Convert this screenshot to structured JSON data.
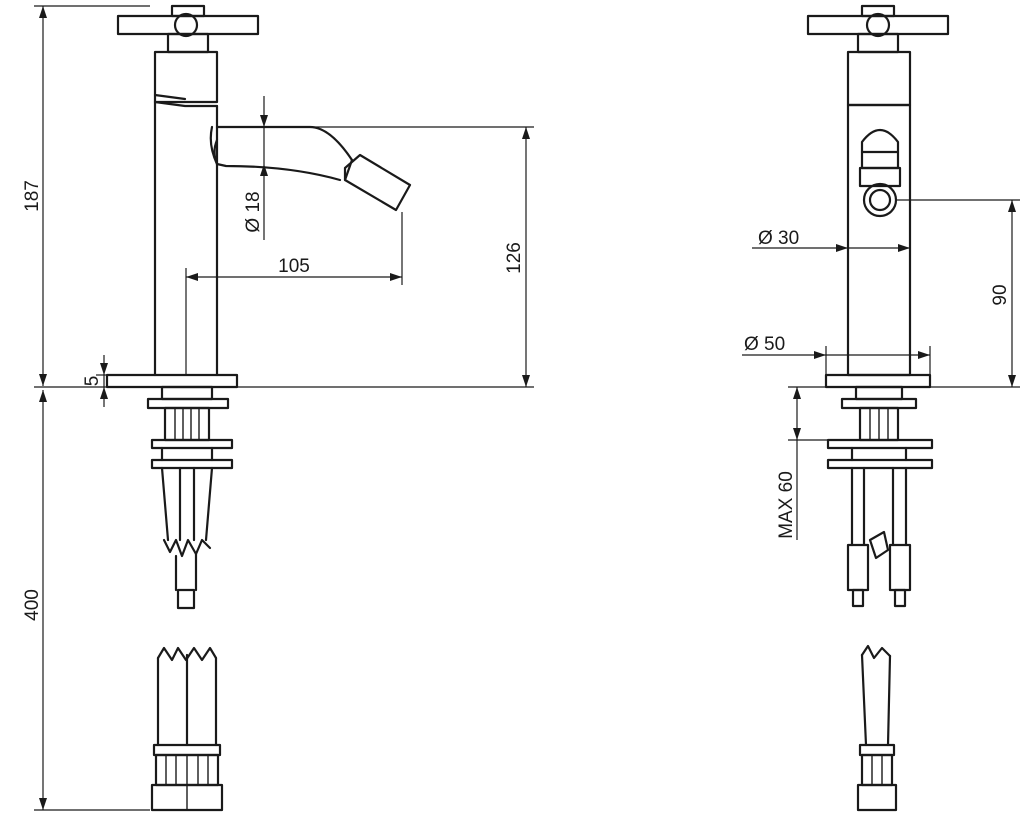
{
  "side_view": {
    "dims": {
      "overall_height": "187",
      "base_thickness": "5",
      "spout_diameter": "Ø 18",
      "spout_reach": "105",
      "spout_height": "126",
      "fixing_length": "400"
    }
  },
  "front_view": {
    "dims": {
      "body_diameter": "Ø 30",
      "base_diameter": "Ø 50",
      "outlet_height": "90",
      "max_deck_thickness": "MAX 60"
    }
  }
}
